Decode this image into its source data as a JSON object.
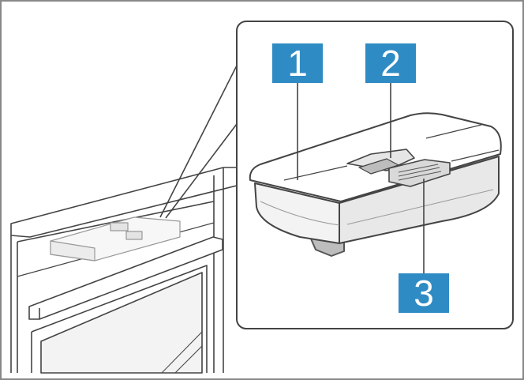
{
  "colors": {
    "label_background": "#2f8bc4",
    "label_text": "#ffffff",
    "line": "#444444",
    "frame": "#888888"
  },
  "labels": [
    {
      "number": "1"
    },
    {
      "number": "2"
    },
    {
      "number": "3"
    }
  ]
}
